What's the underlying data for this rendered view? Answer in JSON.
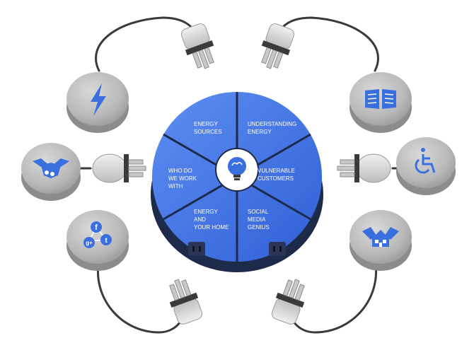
{
  "hub": {
    "segments": [
      {
        "lines": [
          "ENERGY",
          "SOURCES"
        ]
      },
      {
        "lines": [
          "UNDERSTANDING",
          "ENERGY"
        ]
      },
      {
        "lines": [
          "VULNERABLE",
          "CUSTOMERS"
        ]
      },
      {
        "lines": [
          "SOCIAL",
          "MEDIA",
          "GENIUS"
        ]
      },
      {
        "lines": [
          "ENERGY",
          "AND",
          "YOUR HOME"
        ]
      },
      {
        "lines": [
          "WHO DO",
          "WE WORK",
          "WITH"
        ]
      }
    ],
    "center_icon": "lightbulb-brain-icon"
  },
  "nodes": [
    {
      "id": "energy",
      "icon": "lightning-icon"
    },
    {
      "id": "partners",
      "icon": "handshake-icon"
    },
    {
      "id": "social",
      "icon": "social-media-icon",
      "social_glyphs": {
        "facebook": "f",
        "google": "g+",
        "twitter": "t"
      }
    },
    {
      "id": "learning",
      "icon": "open-book-icon"
    },
    {
      "id": "accessibility",
      "icon": "wheelchair-icon"
    },
    {
      "id": "home",
      "icon": "house-hands-icon"
    }
  ],
  "colors": {
    "hub_blue": "#3d6fe0",
    "hub_blue_light": "#5a8af0",
    "hub_base": "#1e2a4a",
    "icon_blue": "#3a6fe0",
    "node_gray": "#b4b4b4",
    "node_dark": "#8c8c8c",
    "cable": "#3a3a3a",
    "plug_gray": "#d6d6d6"
  }
}
